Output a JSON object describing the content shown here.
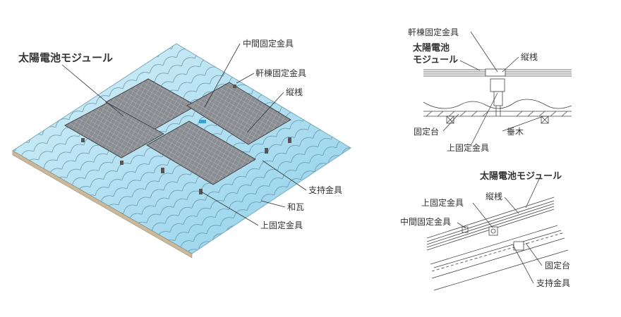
{
  "main_view": {
    "labels": {
      "module": "太陽電池モジュール",
      "middle_clamp": "中間固定金具",
      "eave_ridge_clamp": "軒棟固定金具",
      "vertical_rail": "縦桟",
      "support_bracket": "支持金具",
      "japanese_tile": "和瓦",
      "upper_clamp": "上固定金具"
    }
  },
  "section_view": {
    "labels": {
      "eave_ridge_clamp": "軒棟固定金具",
      "module_line1": "太陽電池",
      "module_line2": "モジュール",
      "vertical_rail": "縦桟",
      "fixing_base": "固定台",
      "rafter": "垂木",
      "upper_clamp": "上固定金具"
    }
  },
  "side_view": {
    "labels": {
      "module": "太陽電池モジュール",
      "vertical_rail": "縦桟",
      "upper_clamp": "上固定金具",
      "middle_clamp": "中間固定金具",
      "fixing_base": "固定台",
      "support_bracket": "支持金具"
    }
  },
  "colors": {
    "tile": "#a9dcef",
    "panel": "#8a8d91",
    "line": "#333333"
  }
}
